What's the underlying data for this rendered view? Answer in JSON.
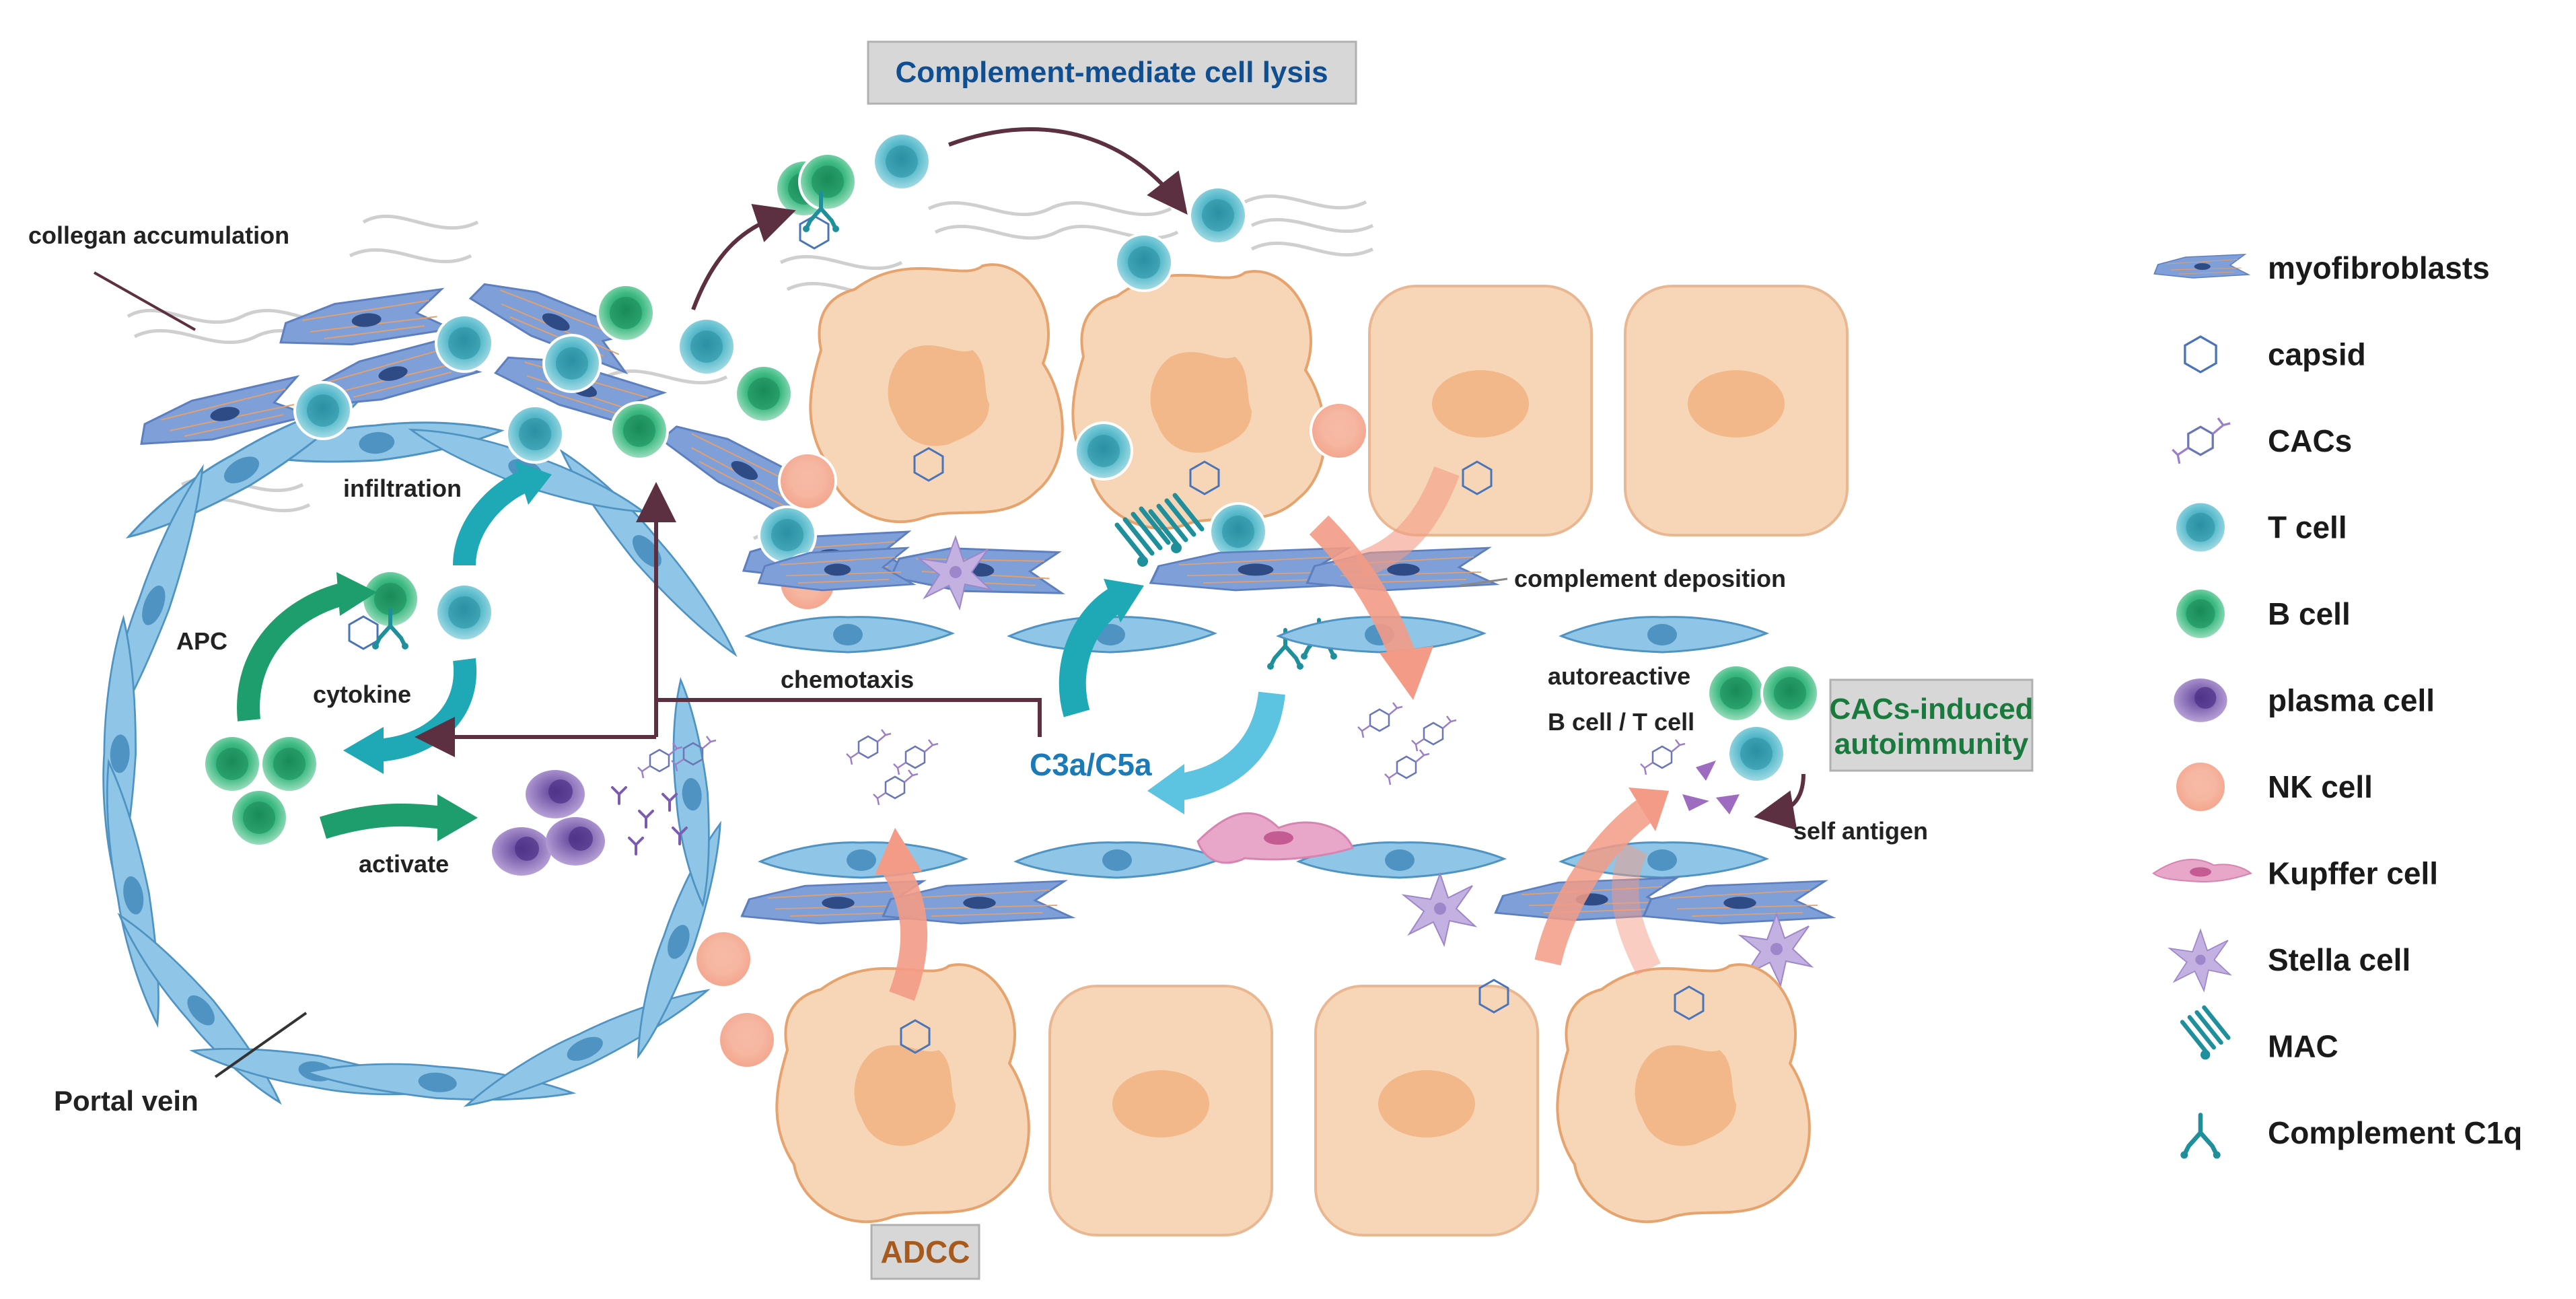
{
  "colors": {
    "t_cell": "#5bbccd",
    "b_cell": "#3dba82",
    "plasma_cell": "#7c5bb0",
    "nk_cell": "#f4b49a",
    "hepatocyte": "#f7d6b8",
    "hepatocyte_nucleus": "#f2b889",
    "vessel_cell": "#8fc5e6",
    "myofibroblast": "#7e9fd8",
    "kupffer": "#e8a6c8",
    "stellate": "#c3b1e1",
    "mac": "#1f8f9c",
    "arrow_teal": "#1fa9b7",
    "arrow_green": "#1e9e6c",
    "arrow_salmon": "#f39b86",
    "arrow_dark": "#5c3040",
    "box_fill": "#d7d7d7",
    "title_blue": "#0f4f91",
    "autoimmunity_green": "#1a7a3e",
    "adcc_brown": "#a65a1d",
    "c3a_blue": "#1b7ab8"
  },
  "labels": {
    "complement_title": "Complement-mediate cell lysis",
    "collegan": "collegan accumulation",
    "infiltration": "infiltration",
    "apc": "APC",
    "cytokine": "cytokine",
    "activate": "activate",
    "chemotaxis": "chemotaxis",
    "c3a_c5a": "C3a/C5a",
    "complement_deposition": "complement deposition",
    "autoreactive": "autoreactive",
    "b_t_cell": "B cell / T cell",
    "cacs_autoimmunity_line1": "CACs-induced",
    "cacs_autoimmunity_line2": "autoimmunity",
    "self_antigen": "self antigen",
    "portal_vein": "Portal vein",
    "adcc": "ADCC"
  },
  "legend": [
    {
      "icon": "myofibroblast-icon",
      "label": "myofibroblasts"
    },
    {
      "icon": "capsid-icon",
      "label": "capsid"
    },
    {
      "icon": "cacs-icon",
      "label": "CACs"
    },
    {
      "icon": "t-cell-icon",
      "label": "T cell"
    },
    {
      "icon": "b-cell-icon",
      "label": "B cell"
    },
    {
      "icon": "plasma-cell-icon",
      "label": "plasma cell"
    },
    {
      "icon": "nk-cell-icon",
      "label": "NK cell"
    },
    {
      "icon": "kupffer-cell-icon",
      "label": "Kupffer cell"
    },
    {
      "icon": "stella-cell-icon",
      "label": "Stella cell"
    },
    {
      "icon": "mac-icon",
      "label": "MAC"
    },
    {
      "icon": "complement-c1q-icon",
      "label": "Complement C1q"
    }
  ]
}
